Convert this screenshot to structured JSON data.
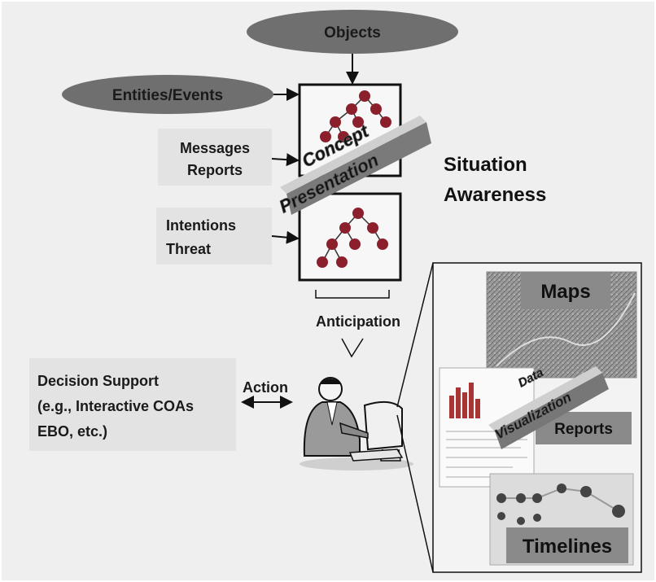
{
  "nodes": {
    "objects": "Objects",
    "entities_events": "Entities/Events",
    "messages": "Messages",
    "reports_in": "Reports",
    "intentions": "Intentions",
    "threat": "Threat",
    "concept": "Concept",
    "presentation": "Presentation",
    "situation": "Situation",
    "awareness": "Awareness",
    "anticipation": "Anticipation",
    "action": "Action",
    "decision_1": "Decision Support",
    "decision_2": "(e.g., Interactive COAs",
    "decision_3": "EBO, etc.)",
    "maps": "Maps",
    "data": "Data",
    "visualization": "Visualization",
    "reports_out": "Reports",
    "timelines": "Timelines"
  },
  "colors": {
    "ellipse": "#6f6f6f",
    "box": "#e3e3e3",
    "panel_label": "#8a8a8a",
    "tree_node": "#8c1f2c",
    "banner": "#b3b3b3"
  }
}
